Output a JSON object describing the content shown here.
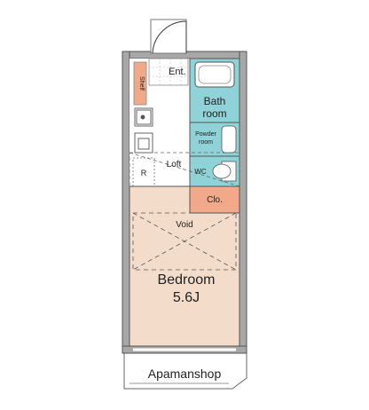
{
  "rooms": {
    "entrance": "Ent.",
    "shelf": "Shelf",
    "bath_line1": "Bath",
    "bath_line2": "room",
    "powder_line1": "Powder",
    "powder_line2": "room",
    "refrigerator": "R",
    "loft": "Loft",
    "wc": "WC",
    "closet": "Clo.",
    "void": "Void",
    "bedroom": "Bedroom",
    "bedroom_size": "5.6J"
  },
  "watermark": "Apamanshop",
  "colors": {
    "wall": "#a8a8a8",
    "wall_outline": "#555555",
    "bedroom_floor": "#f3dcc9",
    "wet_area": "#8fd3d8",
    "closet": "#f2a98a",
    "shelf": "#f2a98a",
    "entrance_tile": "#ffffff",
    "lines": "#333333"
  }
}
